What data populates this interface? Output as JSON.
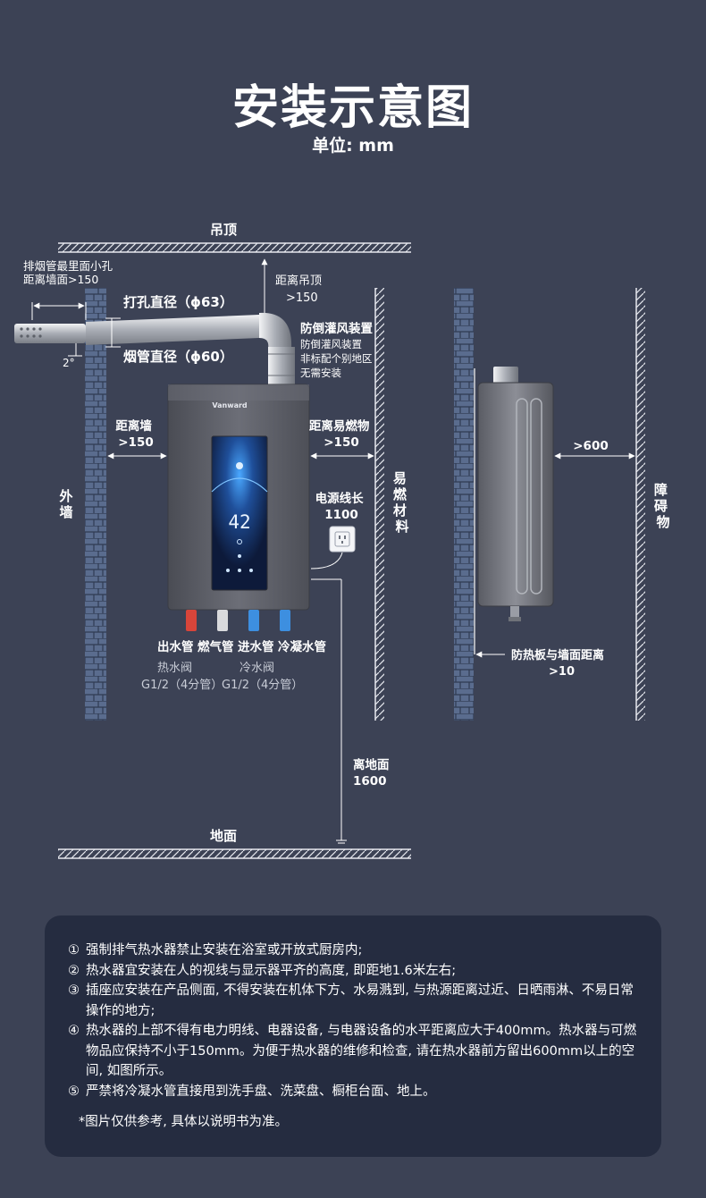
{
  "header": {
    "title": "安装示意图",
    "unit": "单位: mm"
  },
  "diagram": {
    "ceiling": "吊顶",
    "floor": "地面",
    "outer_wall": "外墙",
    "flammable": "易燃材料",
    "obstacle": "障碍物",
    "flue_hole_distance": [
      "排烟管最里面小孔",
      "距离墙面>150"
    ],
    "angle": "2°",
    "hole_diameter": "打孔直径（ϕ63）",
    "pipe_diameter": "烟管直径（ϕ60）",
    "ceiling_distance": [
      "距离吊顶",
      ">150"
    ],
    "anti_backflow": {
      "title": "防倒灌风装置",
      "lines": [
        "防倒灌风装置",
        "非标配个别地区",
        "无需安装"
      ]
    },
    "wall_distance": [
      "距离墙",
      ">150"
    ],
    "flammable_distance": [
      "距离易燃物",
      ">150"
    ],
    "power_cord": [
      "电源线长",
      "1100"
    ],
    "display_value": "42",
    "pipes": {
      "labels": [
        "出水管",
        "燃气管",
        "进水管",
        "冷凝水管"
      ],
      "colors": [
        "#d8453a",
        "#d9dadd",
        "#3d8fe0",
        "#3d8fe0"
      ],
      "sub_hot": [
        "热水阀",
        "G1/2（4分管）"
      ],
      "sub_cold": [
        "冷水阀",
        "G1/2（4分管）"
      ]
    },
    "floor_distance": [
      "离地面",
      "1600"
    ],
    "front_distance": ">600",
    "heat_shield": [
      "防热板与墙面距离",
      ">10"
    ]
  },
  "notes": {
    "items": [
      {
        "num": "①",
        "text": "强制排气热水器禁止安装在浴室或开放式厨房内;"
      },
      {
        "num": "②",
        "text": "热水器宜安装在人的视线与显示器平齐的高度, 即距地1.6米左右;"
      },
      {
        "num": "③",
        "text": "插座应安装在产品侧面, 不得安装在机体下方、水易溅到, 与热源距离过近、日晒雨淋、不易日常操作的地方;"
      },
      {
        "num": "④",
        "text": "热水器的上部不得有电力明线、电器设备, 与电器设备的水平距离应大于400mm。热水器与可燃物品应保持不小于150mm。为便于热水器的维修和检查, 请在热水器前方留出600mm以上的空间, 如图所示。"
      },
      {
        "num": "⑤",
        "text": "严禁将冷凝水管直接甩到洗手盘、洗菜盘、橱柜台面、地上。"
      }
    ],
    "footnote": "*图片仅供参考, 具体以说明书为准。"
  },
  "colors": {
    "background": "#3c4255",
    "panel": "#252c40",
    "wall_blue": "#5b6e8f",
    "heater_body": "#5e6069"
  }
}
